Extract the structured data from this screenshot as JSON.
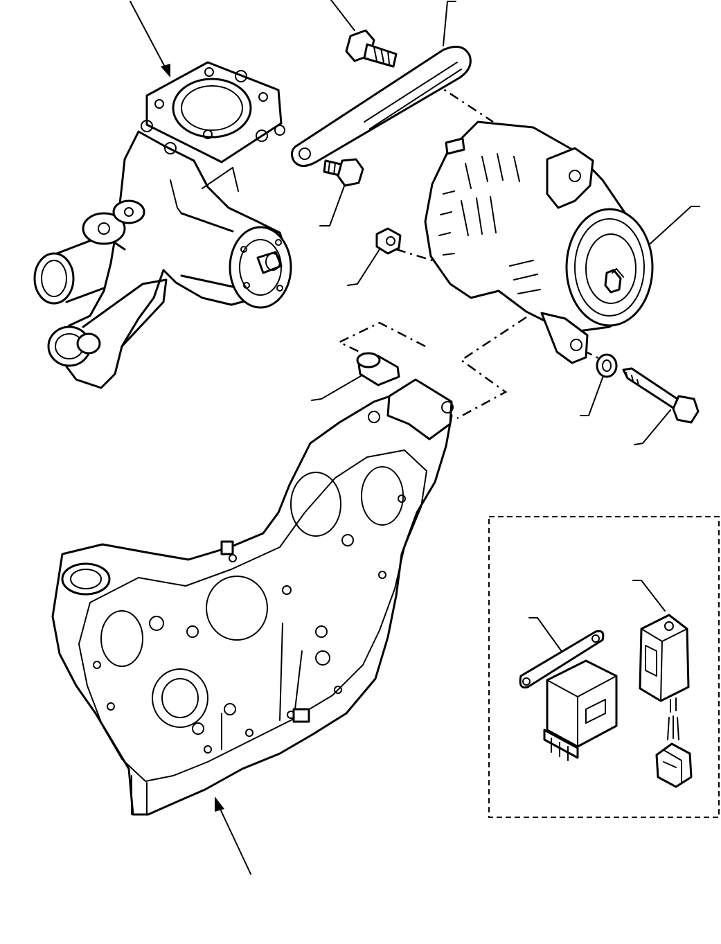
{
  "parts": [
    {
      "name": "water-pump"
    },
    {
      "name": "adjusting-bar"
    },
    {
      "name": "flange-bolt"
    },
    {
      "name": "alternator"
    },
    {
      "name": "nut"
    },
    {
      "name": "spacer-collar"
    },
    {
      "name": "washer"
    },
    {
      "name": "long-bolt"
    },
    {
      "name": "gear-case"
    },
    {
      "name": "relay"
    },
    {
      "name": "relay-bracket"
    },
    {
      "name": "regulator"
    }
  ],
  "callout_numbers": []
}
